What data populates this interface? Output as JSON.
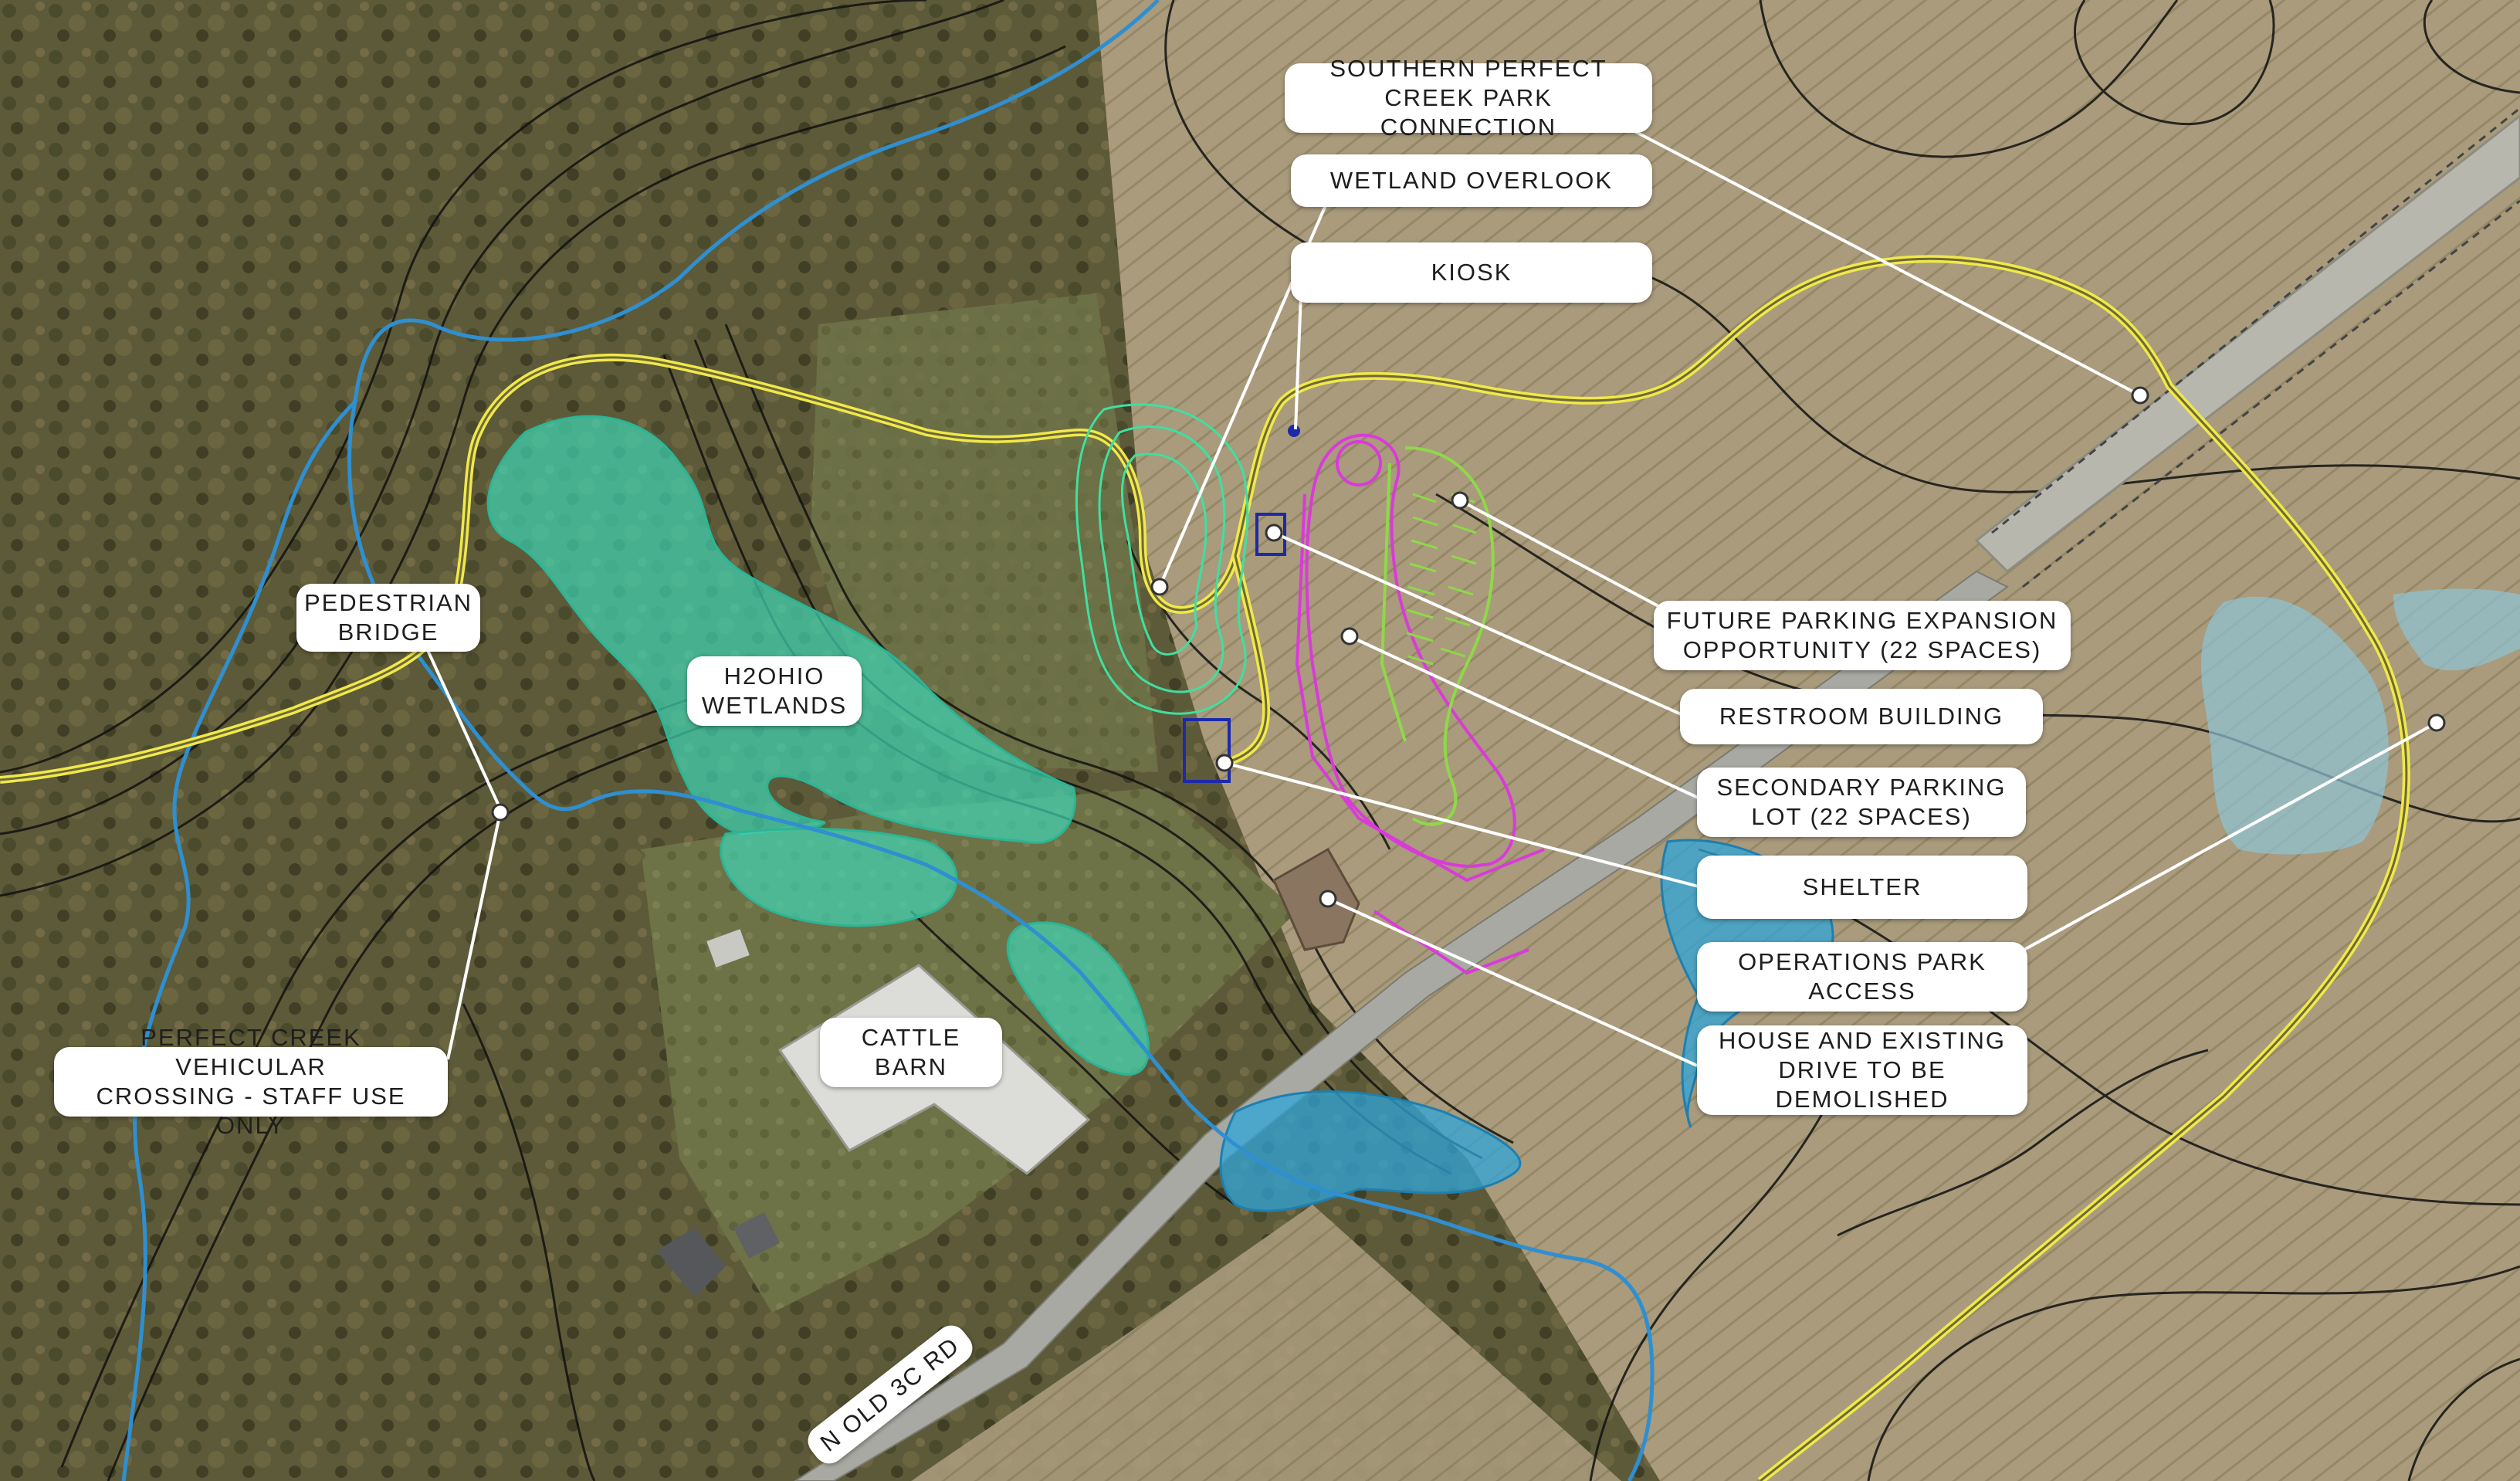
{
  "callouts": {
    "southern_connection": "SOUTHERN PERFECT\nCREEK PARK CONNECTION",
    "wetland_overlook": "WETLAND OVERLOOK",
    "kiosk": "KIOSK",
    "pedestrian_bridge": "PEDESTRIAN\nBRIDGE",
    "h2ohio_wetlands": "H2OHIO\nWETLANDS",
    "future_parking": "FUTURE PARKING EXPANSION\nOPPORTUNITY (22 SPACES)",
    "restroom": "RESTROOM BUILDING",
    "secondary_parking": "SECONDARY PARKING\nLOT (22 SPACES)",
    "shelter": "SHELTER",
    "operations_access": "OPERATIONS PARK\nACCESS",
    "house_demolish": "HOUSE AND EXISTING\nDRIVE TO BE\nDEMOLISHED",
    "vehicular_crossing": "PERFECT CREEK VEHICULAR\nCROSSING - STAFF USE ONLY",
    "cattle_barn": "CATTLE\nBARN",
    "road": "N OLD 3C RD"
  },
  "colors": {
    "trail_yellow": "#f1e84a",
    "wetland_teal": "#3fd6b4",
    "stream_blue": "#2f8fd0",
    "parking_magenta": "#d93bd8",
    "parking_green": "#8fd84a",
    "structure_navy": "#1c2aa8",
    "field_tan": "#a89a7a",
    "woods": "#5c5a3a"
  }
}
